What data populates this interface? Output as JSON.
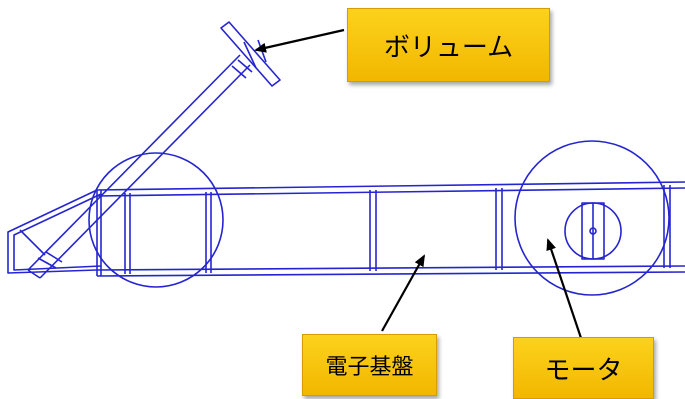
{
  "labels": {
    "volume": "ボリューム",
    "board": "電子基盤",
    "motor": "モータ"
  },
  "colors": {
    "drawing_line": "#2525d0",
    "label_fill": "#f7c300",
    "arrow": "#000000"
  }
}
